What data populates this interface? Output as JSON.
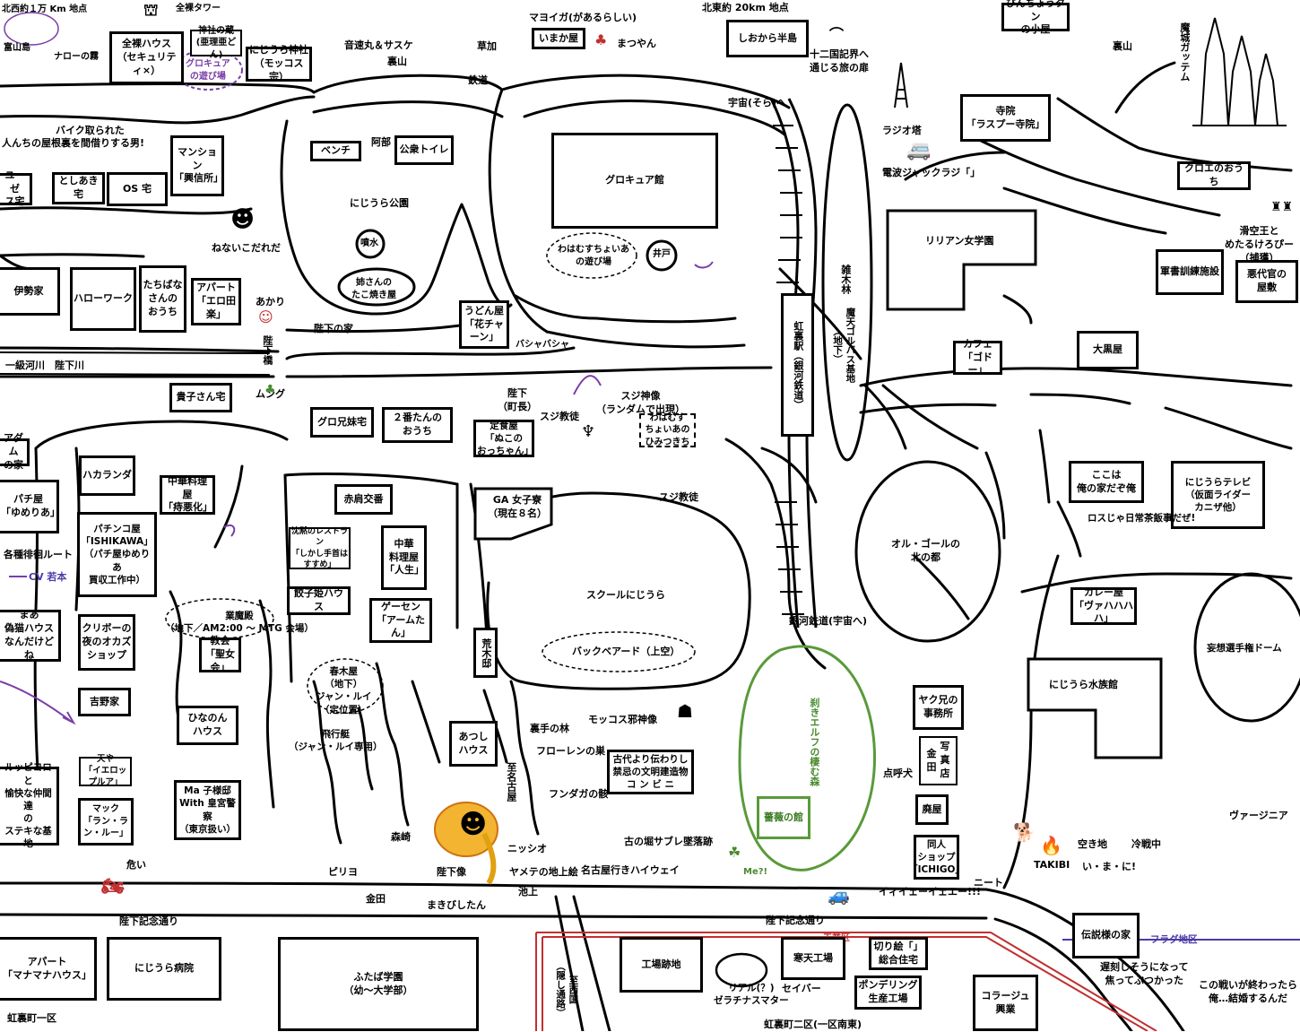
{
  "colors": {
    "ink": "#000000",
    "purple": "#7a3ea8",
    "green": "#5a9a3a",
    "blue": "#4b3ba8",
    "red": "#c03030",
    "pin": "#ffffff"
  },
  "labels": {
    "hokusei": "北西約１万 Km 地点",
    "tomiyama": "富山島",
    "naro": "ナローの霧",
    "zenra_tower": "全裸タワー",
    "zenra_house": "全裸ハウス\n（セキュリティ×）",
    "jinja_kura": "神社の蔵\n(亜理亜どん)",
    "precure_play": "グロキュア\nの遊び場",
    "nijiura_jinja": "にじうら神社\n（モッコス宗）",
    "onsoku": "音速丸＆サスケ",
    "urayama1": "裏山",
    "mayoiga": "マヨイガ(があるらしい)",
    "imakaya": "いまか屋",
    "matsuyan": "まつやん",
    "kusaka": "草加",
    "tetsudo": "鉄道",
    "hokuto": "北東約 20km 地点",
    "shiokara": "しおから半島",
    "juni": "十二国記界へ\n通じる旅の扉",
    "pinchotan": "ぴんちょうタン\nの小屋",
    "urayama2": "裏山",
    "makai_castle": "魔城ガッテム",
    "bike": "バイク取られた",
    "yaneura": "人んちの屋根裏を間借りする男!",
    "yusei": "ユーゼ\nス宅",
    "toshiaki": "としあき宅",
    "os": "OS 宅",
    "mansion": "マンション\n「興信所」",
    "bench": "ベンチ",
    "abe": "阿部",
    "toilet": "公衆トイレ",
    "nijiura_park": "にじうら公園",
    "funsui": "噴水",
    "takoyaki": "姉さんの\nたこ焼き屋",
    "nenaiko": "ねないこだれだ",
    "precure_hall": "グロキュア館",
    "wawamusu_play": "わはむすちょいあ\nの遊び場",
    "ido": "井戸",
    "sora": "宇宙(そら)へ",
    "radio_tower": "ラジオ塔",
    "denpa": "電波ジャックラジ「」",
    "temple": "寺院\n「ラスプー寺院」",
    "kuroe": "クロエのおうち",
    "lillian": "リリアン女学園",
    "zoki": "雑木林",
    "maten": "魔天ゴルバス基地\n（地下）",
    "kakuu": "滑空王と\nめたるけろぴー\n（捕獲）",
    "gunsho": "軍書訓練施設",
    "akudaikan": "悪代官の\n屋敷",
    "ise": "伊勢家",
    "hello_work": "ハローワーク",
    "tachibana": "たちばな\nさんの\nおうち",
    "apart_ero": "アパート\n「エロ田楽」",
    "akari": "あかり",
    "heika_house": "陛下の家",
    "heika_bridge": "陛下橋",
    "river": "一級河川　陛下川",
    "takako": "貴子さん宅",
    "mung": "ムング",
    "udon": "うどん屋\n「花チャーン」",
    "bashi": "バシャバシャ",
    "heika_chocho": "陛下\n（町長）",
    "suji_kyoto1": "スジ教徒",
    "suji_god": "スジ神像\n（ランダムで出現）",
    "nijiura_station": "虹裏駅（銀河鉄道）",
    "cafe": "カフェ\n「ゴドー」",
    "daikoku": "大黒屋",
    "guro_house": "グロ兄妹宅",
    "ni_ban": "２番たんの\nおうち",
    "teishoku": "定食屋\n「ぬこの\nおっちゃん」",
    "wawamusu_secret": "わはむす\nちょいあの\nひみつきち",
    "adam": "アダム\nの家",
    "hakaranda": "ハカランダ",
    "chuka_ryori": "中華料理屋\n「痔悪化」",
    "akabane": "赤肩交番",
    "ga_dorm": "GA 女子寮\n（現在８名）",
    "suji_kyoto2": "スジ教徒",
    "koko_ore": "ここは\n俺の家だぞ俺",
    "nijiura_tv": "にじうらテレビ\n（仮面ライダー\nカニザ他）",
    "loss": "ロスじゃ日常茶飯事だぜ!",
    "pachi": "パチ屋\n「ゆめりあ」",
    "route": "各種徘徊ルート",
    "cv": "CV 若本",
    "pachinko": "パチンコ屋\n「ISHIKAWA」\n（パチ屋ゆめりあ\n買収工作中）",
    "chinmoku": "沈黙のレストラン\n「しかし手首はすすめ」",
    "chuka2": "中華\n料理屋\n「人生」",
    "school": "スクールにじうら",
    "north_capital": "オル・ゴールの\n北の都",
    "gyoza": "餃子姫ハウス",
    "game_center": "ゲーセン\n「アームたん」",
    "backbeard": "バックベアード（上空）",
    "curry": "カレー屋\n「ヴァハハハハ」",
    "delusion_dome": "妄想選手権ドーム",
    "gyomaden": "業魔殿\n（地下／AM2:00 ～ MTG 会場）",
    "church": "教会\n「聖女会」",
    "ginga": "銀河鉄道(宇宙へ)",
    "maa": "まあ\n偽猫ハウス\nなんだけどね",
    "clibo": "クリボーの\n夜のオカズ\nショップ",
    "yoshino": "吉野家",
    "harukiya": "春木屋\n（地下）\nジャン・ルイ\n（定位置）",
    "araki": "荒木邸",
    "aquarium": "にじうら水族館",
    "hinanon": "ひなのん\nハウス",
    "hikoutei": "飛行艇\n（ジャン・ルイ専用）",
    "atsushi": "あつし\nハウス",
    "urate": "裏手の林",
    "mokkos_god": "モッコス邪神像",
    "yaku": "ヤク兄の\n事務所",
    "elf_forest": "刹きエルフの棲む森",
    "tenya": "天や\n「イエロップルア」",
    "ruppiyo": "ルッピヨロと\n愉快な仲間達\nの\nステキな基地",
    "flowren": "フローレンの巣",
    "kodai": "古代より伝わりし\n禁忌の文明建造物\nコ ン ビ ニ",
    "kinda": "金\n田",
    "shashin": "写\n真\n店",
    "tenkoken": "点呼犬",
    "ma_kodomo": "Ma 子様邸\nWith 皇宮警察\n（東京扱い）",
    "mac": "マック\n「ラン・ラン・ルー」",
    "shimei_nagoya": "至名古屋",
    "fundaga": "フンダガの骸",
    "morisaki": "森崎",
    "nisshio": "ニッシオ",
    "haioku": "廃屋",
    "bara": "薔薇の館",
    "dojin": "同人\nショップ\n「ICHIGO」",
    "virginia": "ヴァージニア",
    "takibi": "TAKIBI",
    "akichi": "空き地",
    "reito": "冷戦中",
    "ima_ni": "い・ま・に!",
    "kodai_kin": "古の堀サブレ墜落跡",
    "me": "Me?!",
    "abunai": "危い",
    "piriyo": "ピリヨ",
    "kaneda": "金田",
    "heika_zo": "陛下像",
    "yamete": "ヤメテの地上絵",
    "nagoya_highway": "名古屋行きハイウェイ",
    "neet": "ニート",
    "iiiee": "イィイェーイェエー!!!",
    "chijo": "池上",
    "makibishitan": "まきびしたん",
    "heika_dori1": "陛下記念通り",
    "heika_dori2": "陛下記念通り",
    "kogyoku": "工業区",
    "flag_area": "フラグ地区",
    "apart_manama": "アパート\n「マナマナハウス」",
    "hospital": "にじうら病院",
    "futaba": "ふたば学園\n（幼～大学部）",
    "shimei_kakushi": "至西国\n（隠し通路）",
    "factory_ruin": "工場跡地",
    "real": "リアル(？)\nゼラチナスマター",
    "seiba": "セイバー",
    "kanten": "寒天工場",
    "kirie": "切り絵「」\n総合住宅",
    "pondering": "ポンデリング\n生産工場",
    "collage": "コラージュ\n興業",
    "legend_house": "伝説様の家",
    "chikoku": "遅刻しそうになって\n焦ってぶつかった",
    "kono_tatakai": "この戦いが終わったら\n俺…結婚するんだ",
    "nijiura1": "虹裏町一区",
    "nijiura2": "虹裏町二区(一区南東)"
  }
}
